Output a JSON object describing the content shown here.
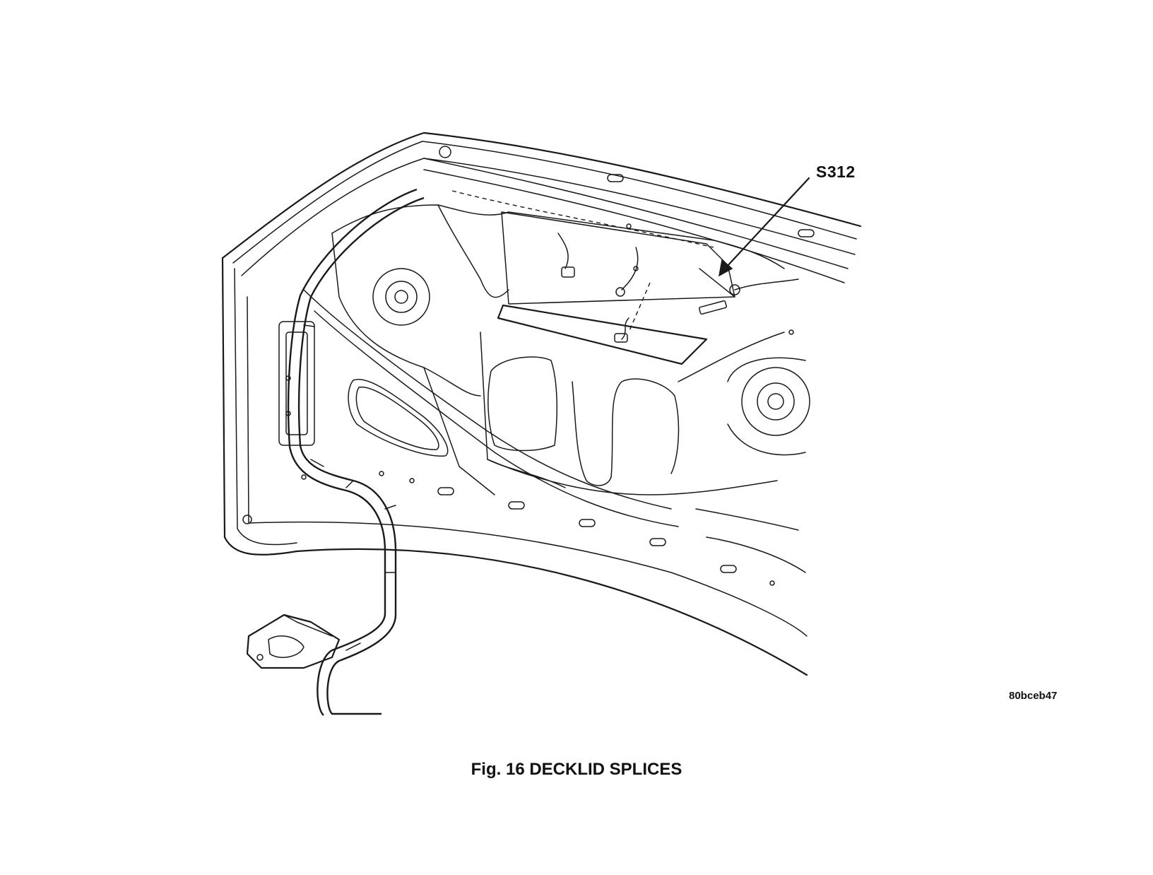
{
  "figure": {
    "callout": "S312",
    "image_id": "80bceb47",
    "caption": "Fig. 16 DECKLID SPLICES"
  },
  "colors": {
    "line": "#1a1a1a",
    "background": "#ffffff"
  }
}
